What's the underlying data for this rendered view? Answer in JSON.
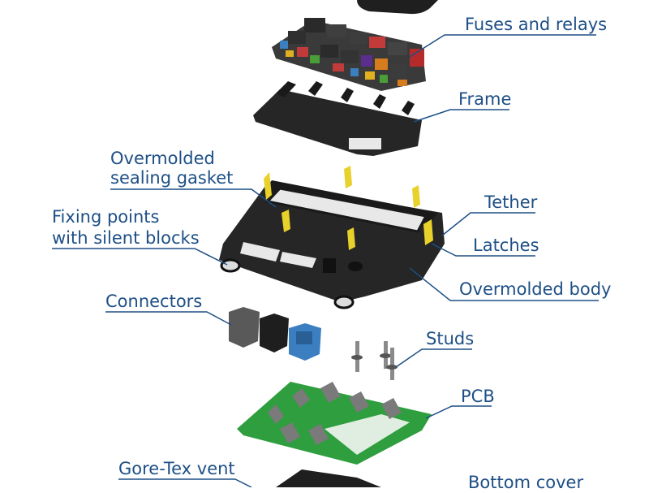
{
  "labels": {
    "fuses_and_relays": "Fuses and relays",
    "frame": "Frame",
    "overmolded_gasket_line1": "Overmolded",
    "overmolded_gasket_line2": "sealing gasket",
    "tether": "Tether",
    "fixing_points_line1": "Fixing points",
    "fixing_points_line2": "with silent blocks",
    "latches": "Latches",
    "overmolded_body": "Overmolded body",
    "connectors": "Connectors",
    "studs": "Studs",
    "pcb": "PCB",
    "gore_tex_vent": "Gore-Tex vent",
    "bottom_cover": "Bottom cover"
  },
  "colors": {
    "label_text": "#1d4f86",
    "leader_line": "#1d4f86",
    "housing": "#2b2b2b",
    "pcb_green": "#2e9e3e",
    "latch_yellow": "#e8d12a",
    "connector_blue": "#3b7fc0"
  }
}
